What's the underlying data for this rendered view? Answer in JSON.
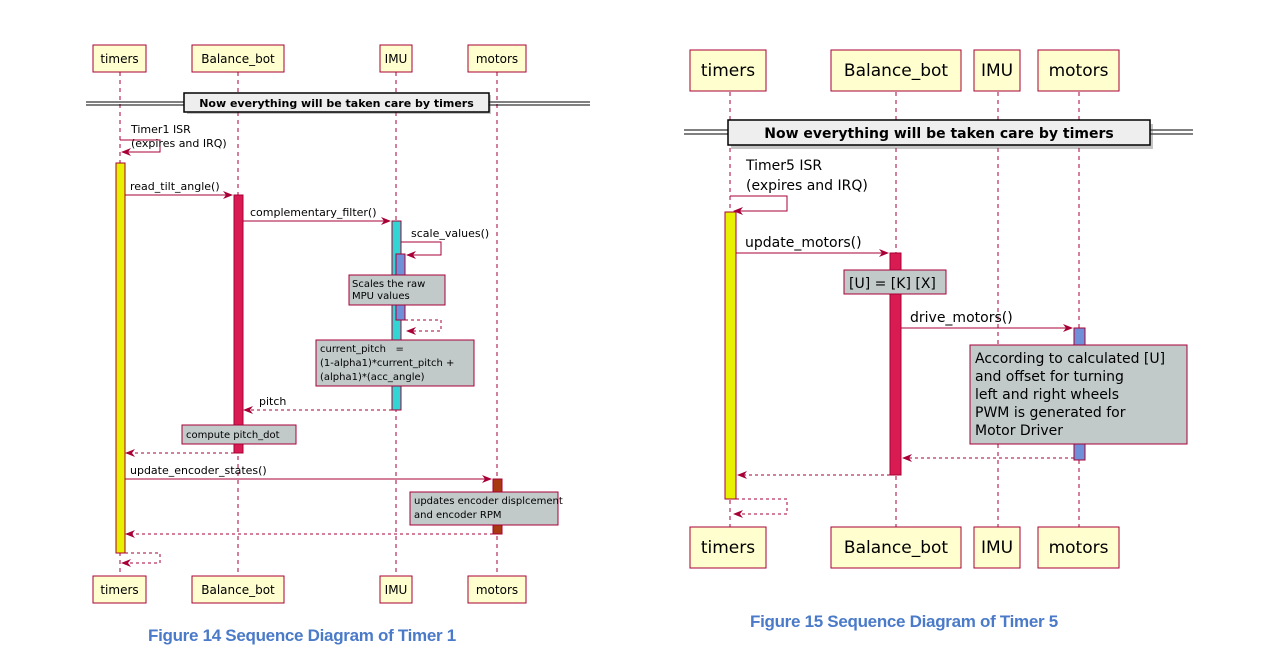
{
  "figure1": {
    "participants": [
      "timers",
      "Balance_bot",
      "IMU",
      "motors"
    ],
    "divider": "Now everything will be taken care by timers",
    "messages": {
      "timer_isr_1": "Timer1 ISR",
      "timer_isr_2": "(expires and IRQ)",
      "read_tilt": "read_tilt_angle()",
      "comp_filter": "complementary_filter()",
      "scale_values": "scale_values()",
      "pitch": "pitch",
      "update_encoder": "update_encoder_states()"
    },
    "notes": {
      "scales_1": "Scales the raw",
      "scales_2": "MPU values",
      "cp_1": "current_pitch   =",
      "cp_2": "(1-alpha1)*current_pitch +",
      "cp_3": "(alpha1)*(acc_angle)",
      "pitch_dot": "compute pitch_dot",
      "enc_1": "updates encoder displcement",
      "enc_2": "and encoder RPM"
    },
    "caption": "Figure 14 Sequence Diagram of Timer 1"
  },
  "figure2": {
    "participants": [
      "timers",
      "Balance_bot",
      "IMU",
      "motors"
    ],
    "divider": "Now everything will be taken care by timers",
    "messages": {
      "timer_isr_1": "Timer5 ISR",
      "timer_isr_2": "(expires and IRQ)",
      "update_motors": "update_motors()",
      "drive_motors": "drive_motors()"
    },
    "notes": {
      "ukx": "[U] = [K] [X]",
      "acc_1": "According to calculated [U]",
      "acc_2": "and offset for turning",
      "acc_3": "left and right wheels",
      "acc_4": "PWM is generated for",
      "acc_5": "Motor Driver"
    },
    "caption": "Figure 15 Sequence Diagram of Timer 5"
  },
  "colors": {
    "arrow": "#a80036",
    "participant_fill": "#fefece",
    "note_fill": "#c1c9c9",
    "activation_timers": "#e6f000",
    "activation_balance": "#d81b53",
    "activation_imu": "#33d4d4",
    "activation_imu_inner": "#6f8fd8",
    "activation_motors_fig1": "#a73a10",
    "activation_motors_fig2": "#6f8fd8",
    "caption": "#4a7ac8"
  }
}
